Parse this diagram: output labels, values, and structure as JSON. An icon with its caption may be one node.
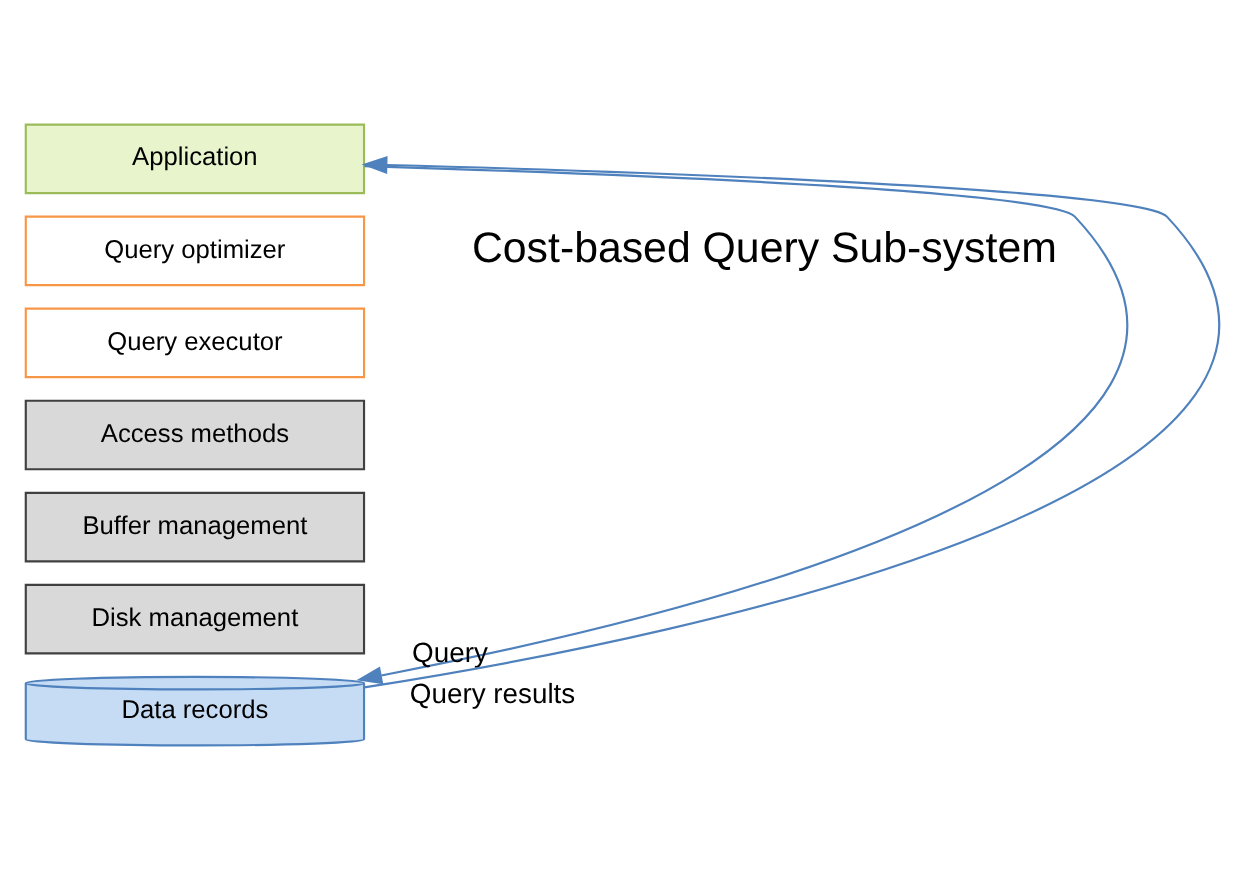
{
  "diagram": {
    "nodes": [
      {
        "text": [
          "Application"
        ]
      },
      {
        "text": [
          "Query optimizer"
        ]
      },
      {
        "text": [
          "Query executor"
        ]
      },
      {
        "text": [
          "Access methods"
        ]
      },
      {
        "text": [
          "Buffer management"
        ]
      },
      {
        "text": [
          "Disk management"
        ]
      },
      {
        "text": [
          "Data records"
        ]
      }
    ],
    "edges": [
      {
        "from": 0,
        "to": 6,
        "arrow": "to",
        "label": "Query"
      },
      {
        "from": 6,
        "to": 0,
        "arrow": "to",
        "label": "Query results"
      }
    ],
    "labels": [
      "Cost-based Query Sub-system"
    ]
  }
}
